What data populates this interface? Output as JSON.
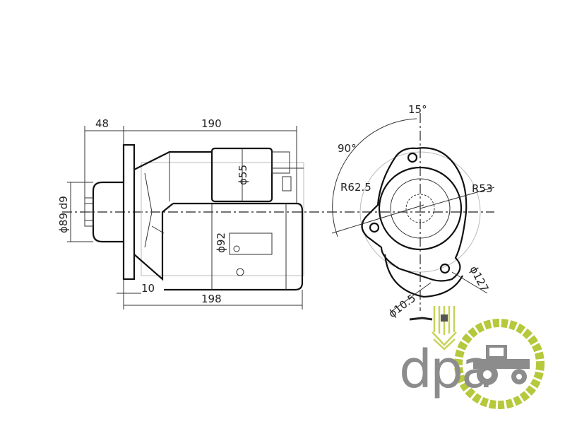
{
  "drawing": {
    "side_view": {
      "dim_nose_length": "48",
      "dim_overall_length": "190",
      "dim_solenoid_dia": "ϕ55",
      "dim_pilot_dia": "ϕ89 d9",
      "dim_body_dia": "ϕ92",
      "dim_flange_thickness": "10",
      "dim_total_length": "198"
    },
    "end_view": {
      "dim_angle_small": "15°",
      "dim_angle_large": "90°",
      "dim_radius_outer": "R62.5",
      "dim_radius_inner": "R53",
      "dim_bolt_circle": "ϕ127",
      "dim_hole_dia": "ϕ10.5"
    }
  },
  "logo": {
    "text": "dpa",
    "colors": {
      "green": "#b6c83c",
      "gray": "#8c8c8c"
    }
  }
}
